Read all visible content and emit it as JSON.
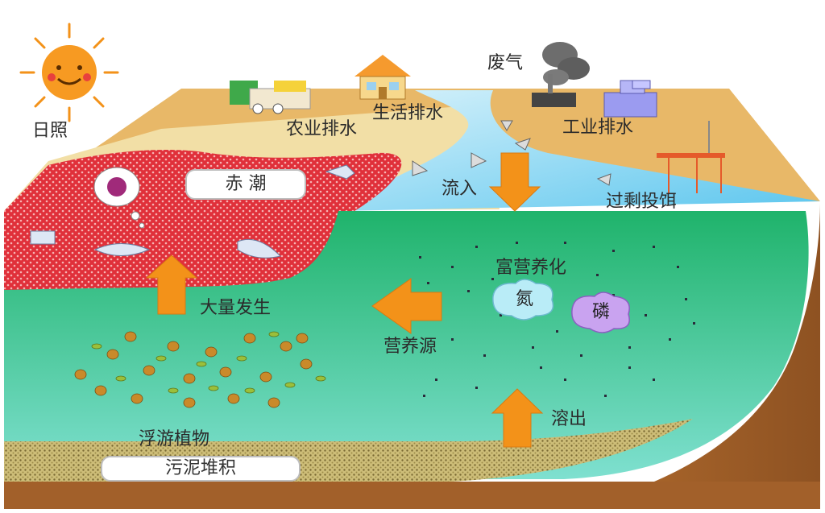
{
  "labels": {
    "sun": "日照",
    "exhaust": "废气",
    "agri_drain": "农业排水",
    "domestic_drain": "生活排水",
    "industrial_drain": "工业排水",
    "red_tide": "赤  潮",
    "inflow": "流入",
    "overfeeding": "过剩投饵",
    "eutrophication": "富营养化",
    "nitrogen": "氮",
    "phosphorus": "磷",
    "mass_outbreak": "大量发生",
    "nutrient_source": "营养源",
    "dissolve_out": "溶出",
    "plankton": "浮游植物",
    "sludge": "污泥堆积"
  },
  "colors": {
    "sea": "#2fc27a",
    "red_tide": "#e0303a",
    "arrow": "#f39219",
    "land": "#e6b25a",
    "soil": "#a8632b",
    "river": "#9fdcf2",
    "sludge": "#d2c481"
  },
  "icons": [
    "sun-icon",
    "farm-icon",
    "house-icon",
    "factory-icon",
    "fish-farm-icon",
    "fish-icon",
    "smoke-icon",
    "red-tide-organism-icon"
  ]
}
